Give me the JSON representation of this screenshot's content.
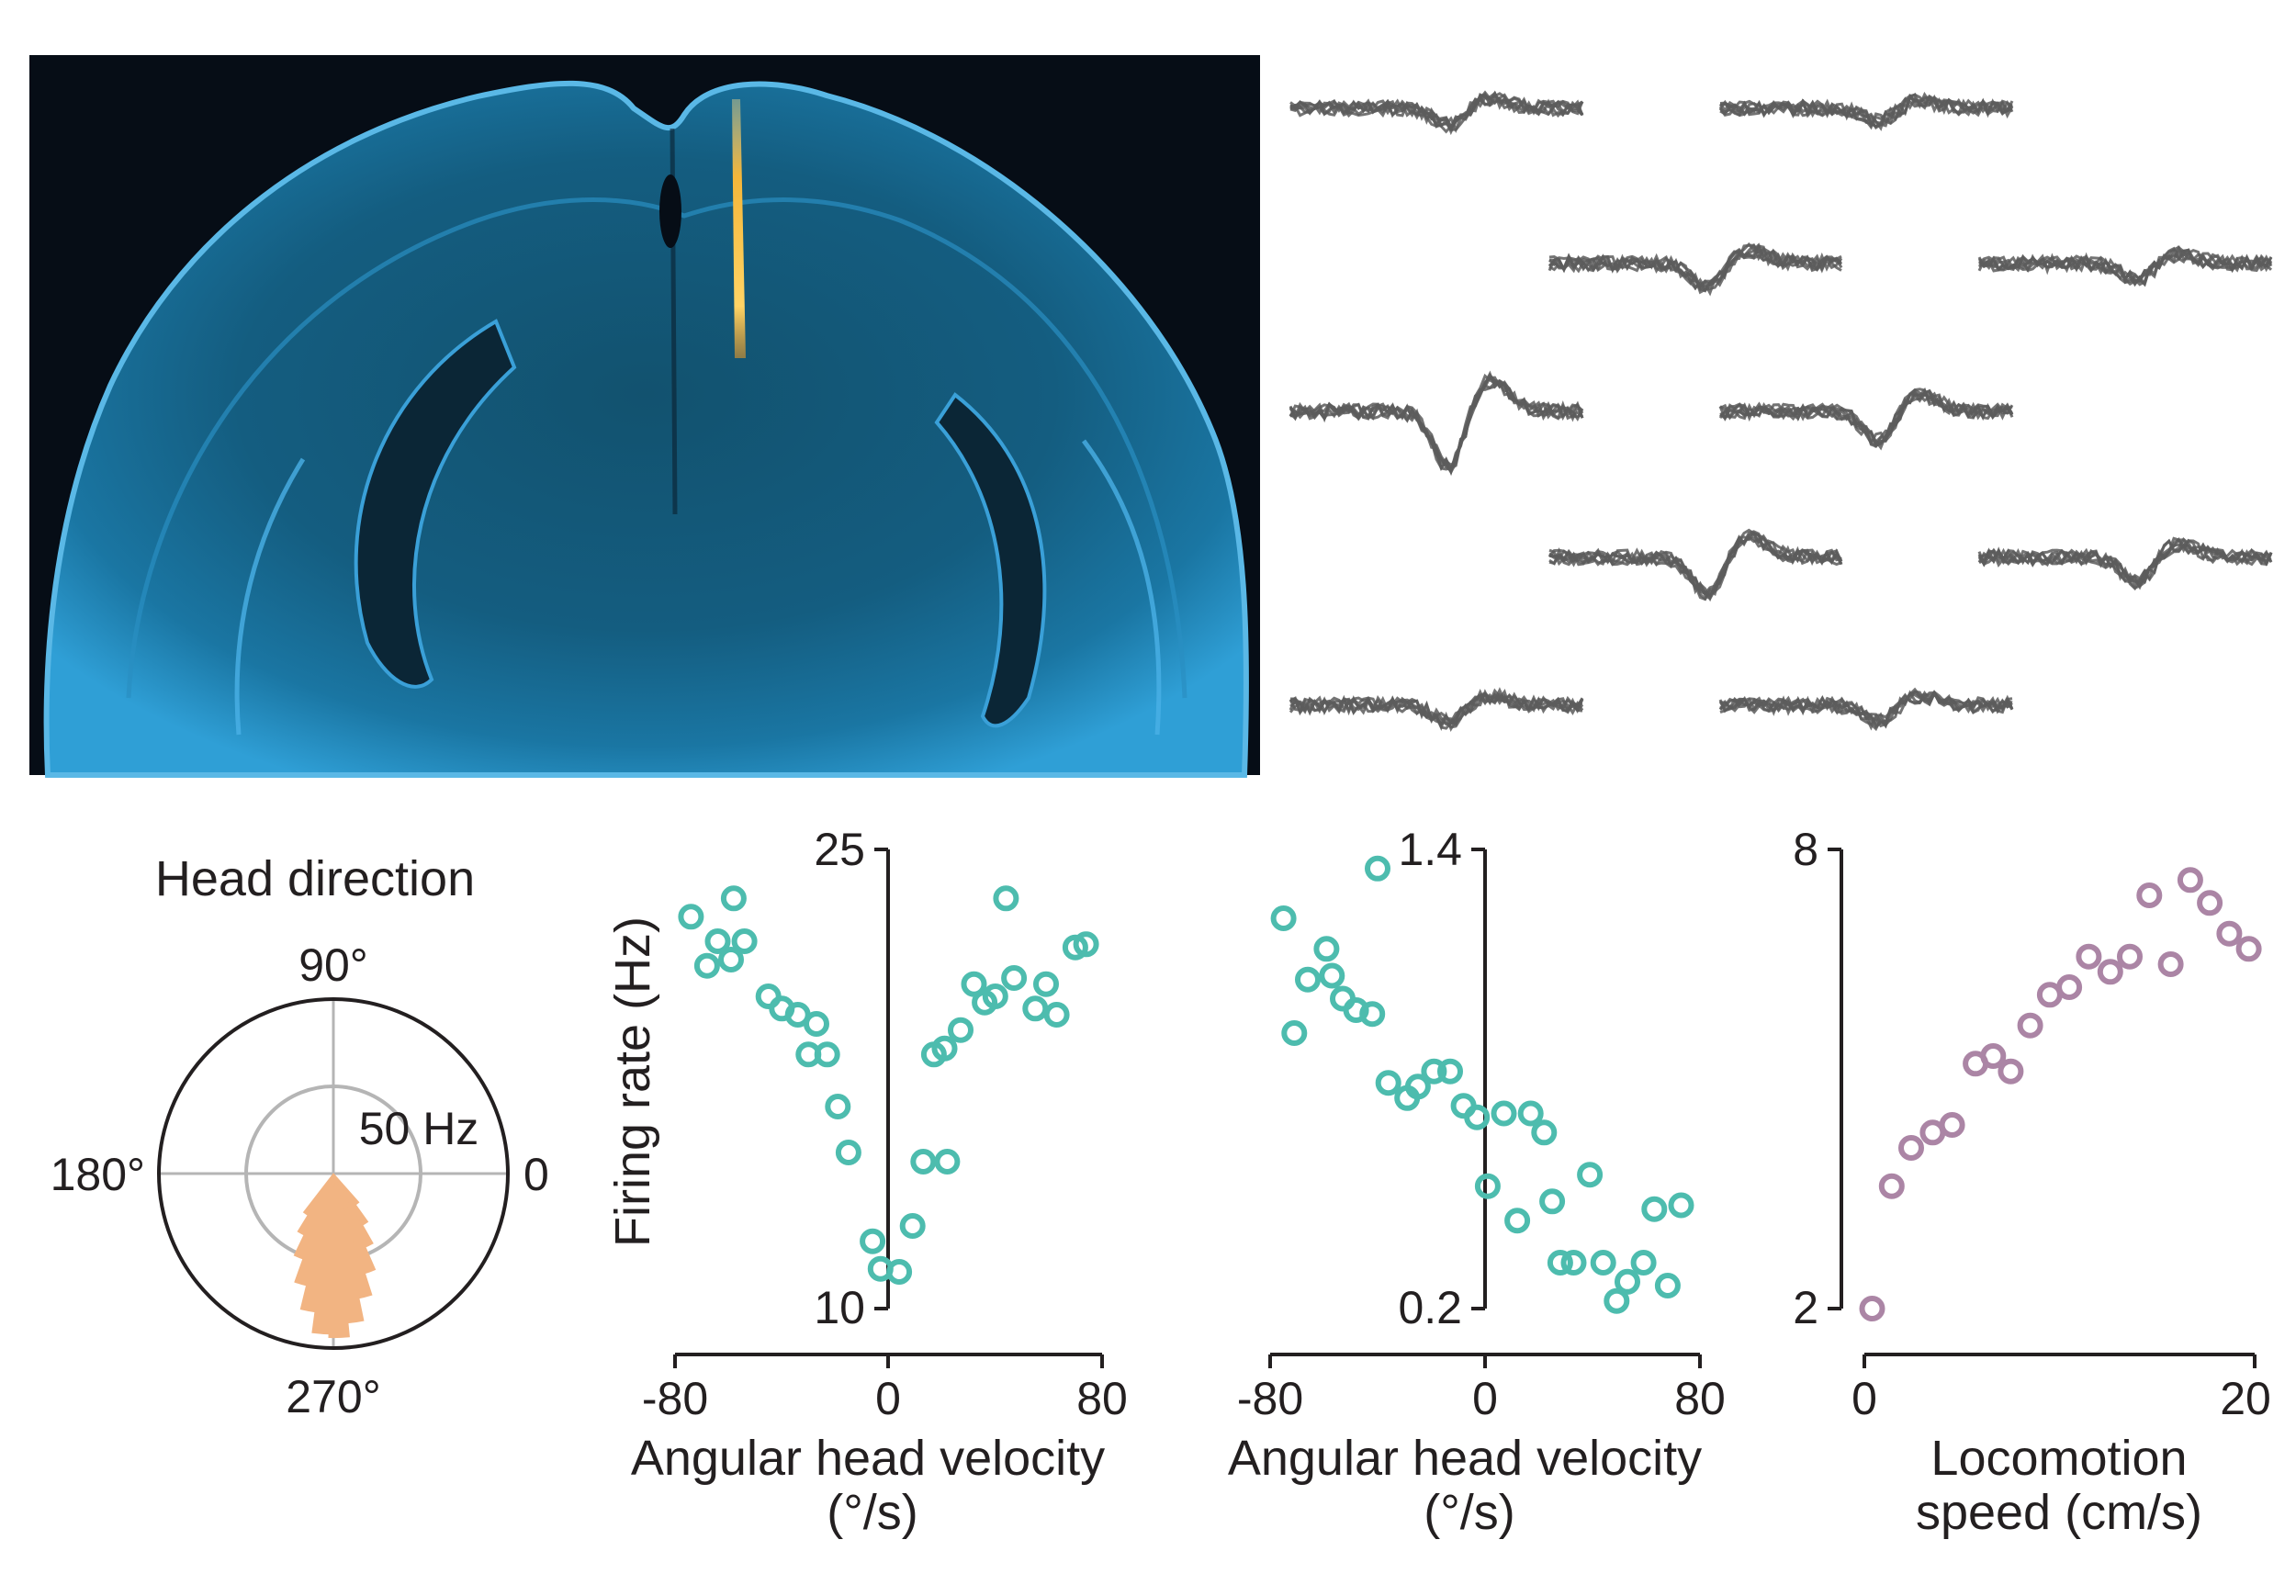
{
  "colors": {
    "tissue": "#1a6f9c",
    "tissue_edge": "#5ab8e6",
    "background_dark": "#060d16",
    "probe_track": "#f2b33d",
    "waveform": "#5c5c5c",
    "ahv_points": "#4dbcae",
    "speed_points": "#ab85a5",
    "polar_bars": "#f2b482",
    "axis": "#231f20",
    "polar_grid": "#b5b5b5"
  },
  "images": {
    "brain_section": "coronal-brain-section-with-probe-track",
    "waveforms": "spike-waveform-grid"
  },
  "chart_data": [
    {
      "type": "polar-bar",
      "title": "Head direction",
      "angle_labels": {
        "top": "90°",
        "left": "180°",
        "right": "0",
        "bottom": "270°"
      },
      "radius_max": 100,
      "ring_value": 50,
      "ring_label": "50 Hz",
      "bars": [
        {
          "angle": 236,
          "value": 28
        },
        {
          "angle": 242,
          "value": 39
        },
        {
          "angle": 248,
          "value": 52
        },
        {
          "angle": 254,
          "value": 66
        },
        {
          "angle": 260,
          "value": 80
        },
        {
          "angle": 266,
          "value": 92
        },
        {
          "angle": 272,
          "value": 94
        },
        {
          "angle": 278,
          "value": 86
        },
        {
          "angle": 284,
          "value": 73
        },
        {
          "angle": 290,
          "value": 60
        },
        {
          "angle": 296,
          "value": 46
        },
        {
          "angle": 302,
          "value": 34
        },
        {
          "angle": 308,
          "value": 22
        }
      ]
    },
    {
      "type": "scatter",
      "xlabel": "Angular head velocity (°/s)",
      "ylabel": "Firing rate (Hz)",
      "xlim": [
        -80,
        80
      ],
      "ylim": [
        10,
        25
      ],
      "xticks": [
        "-80",
        "0",
        "80"
      ],
      "yticks": [
        "10",
        "25"
      ],
      "points": [
        [
          -74,
          22.8
        ],
        [
          -68,
          21.2
        ],
        [
          -64,
          22
        ],
        [
          -59,
          21.4
        ],
        [
          -58,
          23.4
        ],
        [
          -54,
          22
        ],
        [
          -45,
          20.2
        ],
        [
          -40,
          19.8
        ],
        [
          -34,
          19.6
        ],
        [
          -30,
          18.3
        ],
        [
          -27,
          19.3
        ],
        [
          -23,
          18.3
        ],
        [
          -19,
          16.6
        ],
        [
          -15,
          15.1
        ],
        [
          -6,
          12.2
        ],
        [
          -3,
          11.3
        ],
        [
          4,
          11.2
        ],
        [
          9,
          12.7
        ],
        [
          13,
          14.8
        ],
        [
          17,
          18.3
        ],
        [
          21,
          18.5
        ],
        [
          22,
          14.8
        ],
        [
          27,
          19.1
        ],
        [
          32,
          20.6
        ],
        [
          36,
          20
        ],
        [
          40,
          20.2
        ],
        [
          44,
          23.4
        ],
        [
          47,
          20.8
        ],
        [
          55,
          19.8
        ],
        [
          59,
          20.6
        ],
        [
          63,
          19.6
        ],
        [
          70,
          21.8
        ],
        [
          74,
          21.9
        ]
      ]
    },
    {
      "type": "scatter",
      "xlabel": "Angular head velocity (°/s)",
      "ylabel": "",
      "xlim": [
        -80,
        80
      ],
      "ylim": [
        0.2,
        1.4
      ],
      "xticks": [
        "-80",
        "0",
        "80"
      ],
      "yticks": [
        "0.2",
        "1.4"
      ],
      "points": [
        [
          -75,
          1.22
        ],
        [
          -71,
          0.92
        ],
        [
          -66,
          1.06
        ],
        [
          -59,
          1.14
        ],
        [
          -57,
          1.07
        ],
        [
          -53,
          1.01
        ],
        [
          -48,
          0.98
        ],
        [
          -42,
          0.97
        ],
        [
          -40,
          1.35
        ],
        [
          -36,
          0.79
        ],
        [
          -29,
          0.75
        ],
        [
          -25,
          0.78
        ],
        [
          -19,
          0.82
        ],
        [
          -13,
          0.82
        ],
        [
          -8,
          0.73
        ],
        [
          -3,
          0.7
        ],
        [
          1,
          0.52
        ],
        [
          7,
          0.71
        ],
        [
          12,
          0.43
        ],
        [
          17,
          0.71
        ],
        [
          22,
          0.66
        ],
        [
          25,
          0.48
        ],
        [
          28,
          0.32
        ],
        [
          33,
          0.32
        ],
        [
          39,
          0.55
        ],
        [
          44,
          0.32
        ],
        [
          49,
          0.22
        ],
        [
          53,
          0.27
        ],
        [
          59,
          0.32
        ],
        [
          63,
          0.46
        ],
        [
          68,
          0.26
        ],
        [
          73,
          0.47
        ]
      ]
    },
    {
      "type": "scatter",
      "xlabel": "Locomotion speed (cm/s)",
      "ylabel": "",
      "xlim": [
        0,
        20
      ],
      "ylim": [
        2,
        8
      ],
      "xticks": [
        "0",
        "20"
      ],
      "yticks": [
        "2",
        "8"
      ],
      "points": [
        [
          0.4,
          2.0
        ],
        [
          1.4,
          3.6
        ],
        [
          2.4,
          4.1
        ],
        [
          3.5,
          4.3
        ],
        [
          4.5,
          4.4
        ],
        [
          5.7,
          5.2
        ],
        [
          6.6,
          5.3
        ],
        [
          7.5,
          5.1
        ],
        [
          8.5,
          5.7
        ],
        [
          9.5,
          6.1
        ],
        [
          10.5,
          6.2
        ],
        [
          11.5,
          6.6
        ],
        [
          12.6,
          6.4
        ],
        [
          13.6,
          6.6
        ],
        [
          14.6,
          7.4
        ],
        [
          15.7,
          6.5
        ],
        [
          16.7,
          7.6
        ],
        [
          17.7,
          7.3
        ],
        [
          18.7,
          6.9
        ],
        [
          19.7,
          6.7
        ]
      ]
    }
  ]
}
